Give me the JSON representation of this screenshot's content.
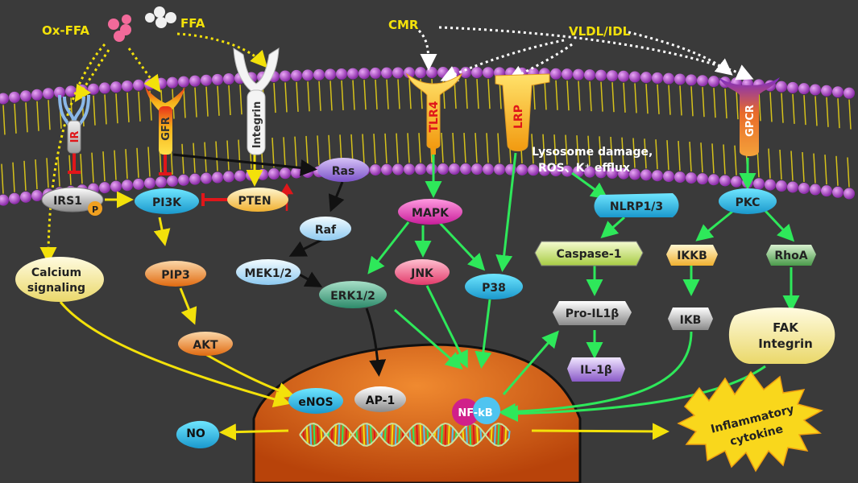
{
  "labels": {
    "ox_ffa": "Ox-FFA",
    "ffa": "FFA",
    "cmr": "CMR",
    "vldl_idl": "VLDL/IDL",
    "lysosome_line1": "Lysosome damage,",
    "lysosome_line2": "ROS、K⁺ efflux"
  },
  "receptors": {
    "ir": "IR",
    "gfr": "GFR",
    "integrin": "Integrin",
    "tlr4": "TLR4",
    "lrp": "LRP",
    "gpcr": "GPCR"
  },
  "nodes": {
    "irs1": "IRS1",
    "irs1_p": "P",
    "pi3k": "PI3K",
    "pten": "PTEN",
    "ras": "Ras",
    "raf": "Raf",
    "mek": "MEK1/2",
    "erk": "ERK1/2",
    "mapk": "MAPK",
    "jnk": "JNK",
    "p38": "P38",
    "pip3": "PIP3",
    "akt": "AKT",
    "calcium_line1": "Calcium",
    "calcium_line2": "signaling",
    "nlrp": "NLRP1/3",
    "caspase": "Caspase-1",
    "proil": "Pro-IL1β",
    "il1b": "IL-1β",
    "pkc": "PKC",
    "ikkb": "IKKB",
    "ikb": "IKB",
    "rhoa": "RhoA",
    "fak_line1": "FAK",
    "fak_line2": "Integrin",
    "enos": "eNOS",
    "ap1": "AP-1",
    "nfkb": "NF-kB",
    "no": "NO",
    "cytokine_line1": "Inflammatory",
    "cytokine_line2": "cytokine"
  },
  "colors": {
    "background": "#3a3a3a",
    "membrane_bead": "#b04fd0",
    "membrane_tail": "#d6c21a",
    "arrow_yellow": "#f3e10a",
    "arrow_green": "#2ee85a",
    "arrow_black": "#111111",
    "arrow_white": "#ffffff",
    "inhibit_red": "#e0161a",
    "nucleus": "#d95d12"
  }
}
